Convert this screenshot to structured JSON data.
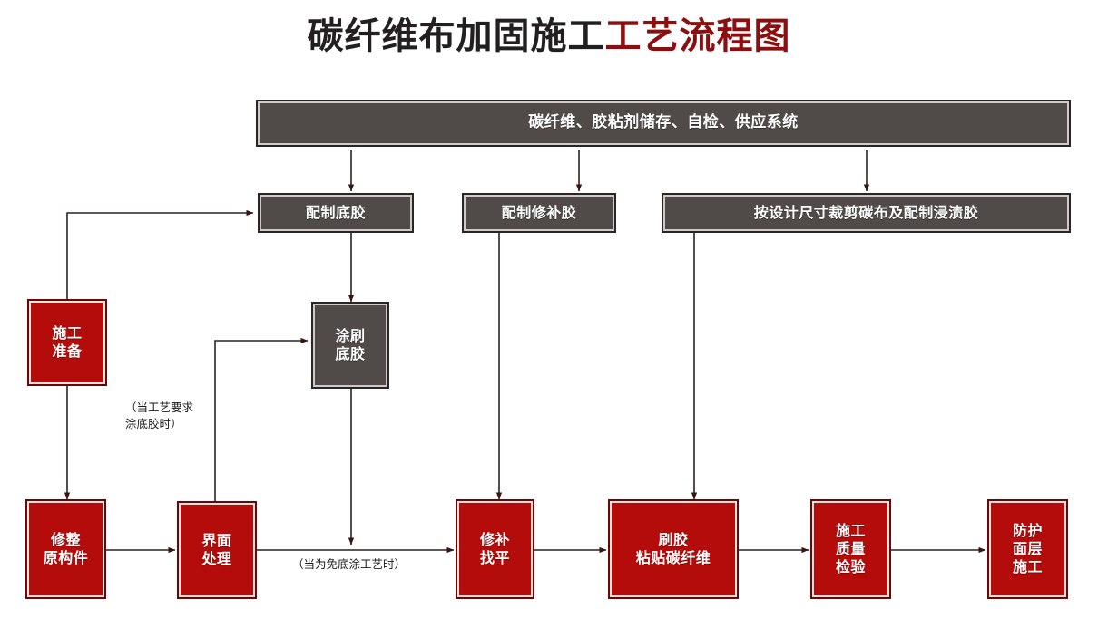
{
  "title": {
    "full": "碳纤维布加固施工工艺流程图",
    "segment_dark": "碳纤维布加固施工",
    "segment_red": "工艺流程图"
  },
  "colors": {
    "grey_fill": "#504a49",
    "grey_border": "#2b2625",
    "red_fill": "#b40b0b",
    "red_border": "#6f0505",
    "title_dark": "#231f20",
    "title_red": "#8b0f0f",
    "connector": "#2a2220",
    "background": "#ffffff"
  },
  "nodes": {
    "supply_system": "碳纤维、胶粘剂储存、自检、供应系统",
    "mix_primer": "配制底胶",
    "mix_repair_glue": "配制修补胶",
    "cut_carbon_cloth": "按设计尺寸裁剪碳布及配制浸渍胶",
    "construction_prep": "施工\n准备",
    "brush_primer": "涂刷\n底胶",
    "repair_member": "修整\n原构件",
    "interface_treatment": "界面\n处理",
    "patch_level": "修补\n找平",
    "glue_paste_fiber": "刷胶\n粘贴碳纤维",
    "quality_inspection": "施工\n质量\n检验",
    "protective_layer": "防护\n面层\n施工"
  },
  "annotations": {
    "primer_required": "（当工艺要求\n涂底胶时）",
    "primer_free": "（当为免底涂工艺时）"
  }
}
